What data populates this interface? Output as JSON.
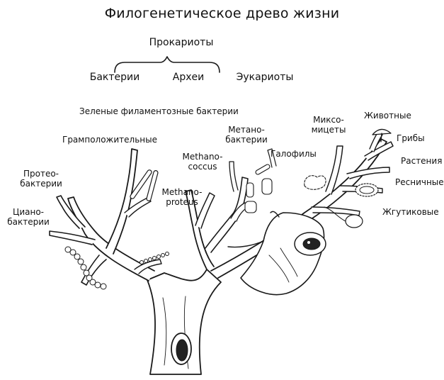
{
  "title": "Филогенетическое древо жизни",
  "header": {
    "group": "Прокариоты",
    "domains": [
      "Бактерии",
      "Археи",
      "Эукариоты"
    ]
  },
  "labels": {
    "green_filamentous": "Зеленые филаментозные бактерии",
    "gram_positive": "Грамположительные",
    "proteobacteria": "Протео-\nбактерии",
    "cyanobacteria": "Циано-\nбактерии",
    "methanococcus": "Methano-\ncoccus",
    "methanoproteus": "Methano-\nproteus",
    "methanobacteria": "Метано-\nбактерии",
    "halophiles": "Галофилы",
    "slime_molds": "Миксо-\nмицеты",
    "animals": "Животные",
    "fungi": "Грибы",
    "plants": "Растения",
    "ciliates": "Ресничные",
    "flagellates": "Жгутиковые"
  },
  "colors": {
    "ink": "#1a1a1a",
    "bark_fill": "#ffffff"
  }
}
